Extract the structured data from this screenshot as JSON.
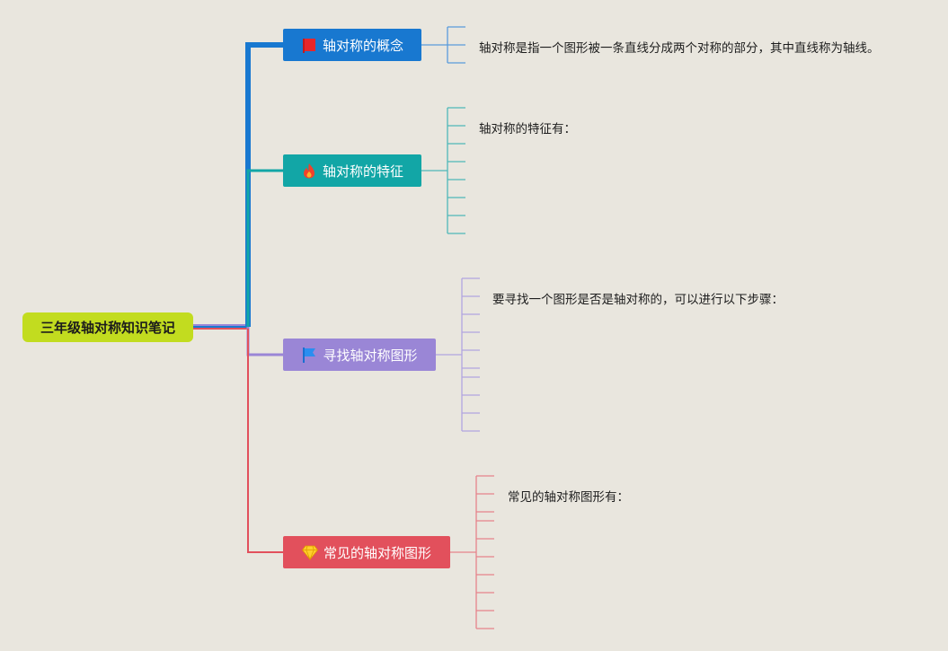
{
  "root": {
    "label": "三年级轴对称知识笔记",
    "color": "#c2dc1f"
  },
  "topics": [
    {
      "label": "轴对称的概念",
      "icon": "red-flag-icon",
      "color": "#1878d0",
      "leaf_text": "轴对称是指一个图形被一条直线分成两个对称的部分，其中直线称为轴线。"
    },
    {
      "label": "轴对称的特征",
      "icon": "fire-icon",
      "color": "#12a6a6",
      "leaf_text": "轴对称的特征有："
    },
    {
      "label": "寻找轴对称图形",
      "icon": "blue-flag-icon",
      "color": "#9a86d6",
      "leaf_text": "要寻找一个图形是否是轴对称的，可以进行以下步骤："
    },
    {
      "label": "常见的轴对称图形",
      "icon": "diamond-icon",
      "color": "#e2505c",
      "leaf_text": "常见的轴对称图形有："
    }
  ]
}
